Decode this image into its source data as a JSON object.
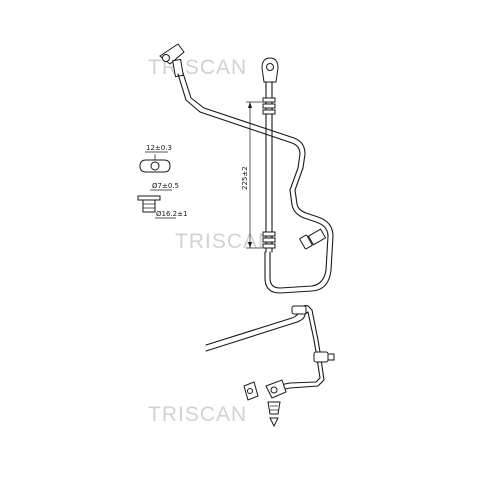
{
  "watermark": {
    "brand": "TRISCAN"
  },
  "dimensions": {
    "length": "225±2",
    "detail_upper": "12±0.3",
    "detail_mid": "Ø7±0.5",
    "detail_lower": "Ø16.2±1"
  },
  "colors": {
    "line": "#1a1a1a",
    "watermark": "#d2d2d2",
    "background": "#ffffff"
  }
}
